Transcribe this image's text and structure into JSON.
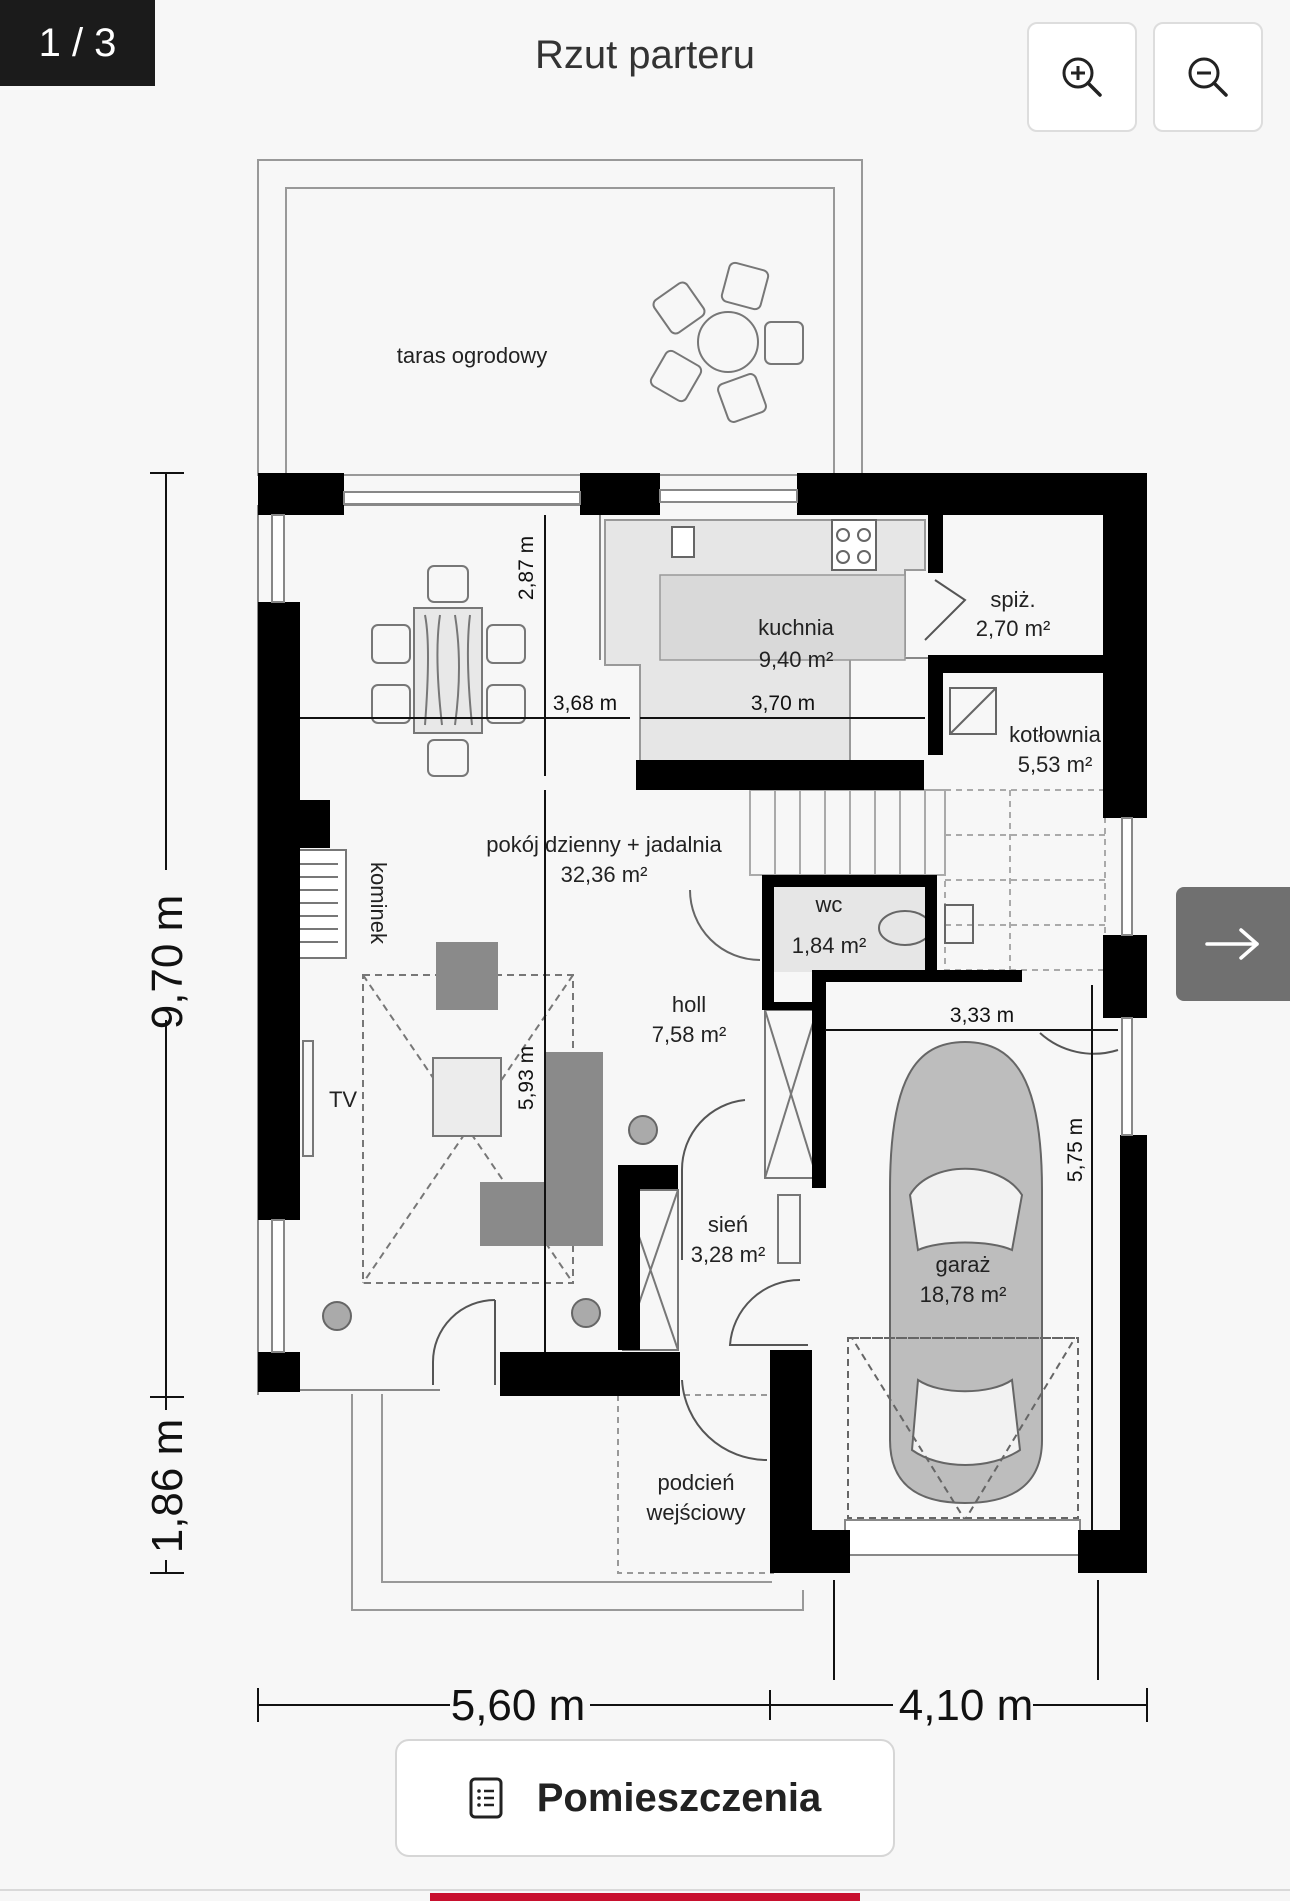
{
  "header": {
    "counter": "1 / 3",
    "title": "Rzut parteru"
  },
  "toolbar": {
    "zoom_in_icon": "zoom-in-icon",
    "zoom_out_icon": "zoom-out-icon",
    "next_icon": "arrow-right-icon"
  },
  "plan": {
    "rooms": {
      "terrace": "taras ogrodowy",
      "kitchen_name": "kuchnia",
      "kitchen_area": "9,40 m²",
      "pantry_name": "spiż.",
      "pantry_area": "2,70 m²",
      "boiler_name": "kotłownia",
      "boiler_area": "5,53 m²",
      "living_name": "pokój dzienny + jadalnia",
      "living_area": "32,36 m²",
      "fireplace": "kominek",
      "tv": "TV",
      "wc_name": "wc",
      "wc_area": "1,84 m²",
      "hall_name": "holl",
      "hall_area": "7,58 m²",
      "vestibule_name": "sień",
      "vestibule_area": "3,28 m²",
      "garage_name": "garaż",
      "garage_area": "18,78 m²",
      "porch_line1": "podcień",
      "porch_line2": "wejściowy"
    },
    "dimensions": {
      "d287": "2,87 m",
      "d368": "3,68 m",
      "d370": "3,70 m",
      "d593": "5,93 m",
      "d333": "3,33 m",
      "d575": "5,75 m",
      "total_height": "9,70 m",
      "porch_depth": "1,86 m",
      "width_left": "5,60 m",
      "width_right": "4,10 m"
    }
  },
  "footer": {
    "rooms_button": "Pomieszczenia",
    "rooms_icon": "list-document-icon"
  },
  "colors": {
    "wall": "#000000",
    "accent": "#c8102e",
    "button_dark": "#707070"
  }
}
